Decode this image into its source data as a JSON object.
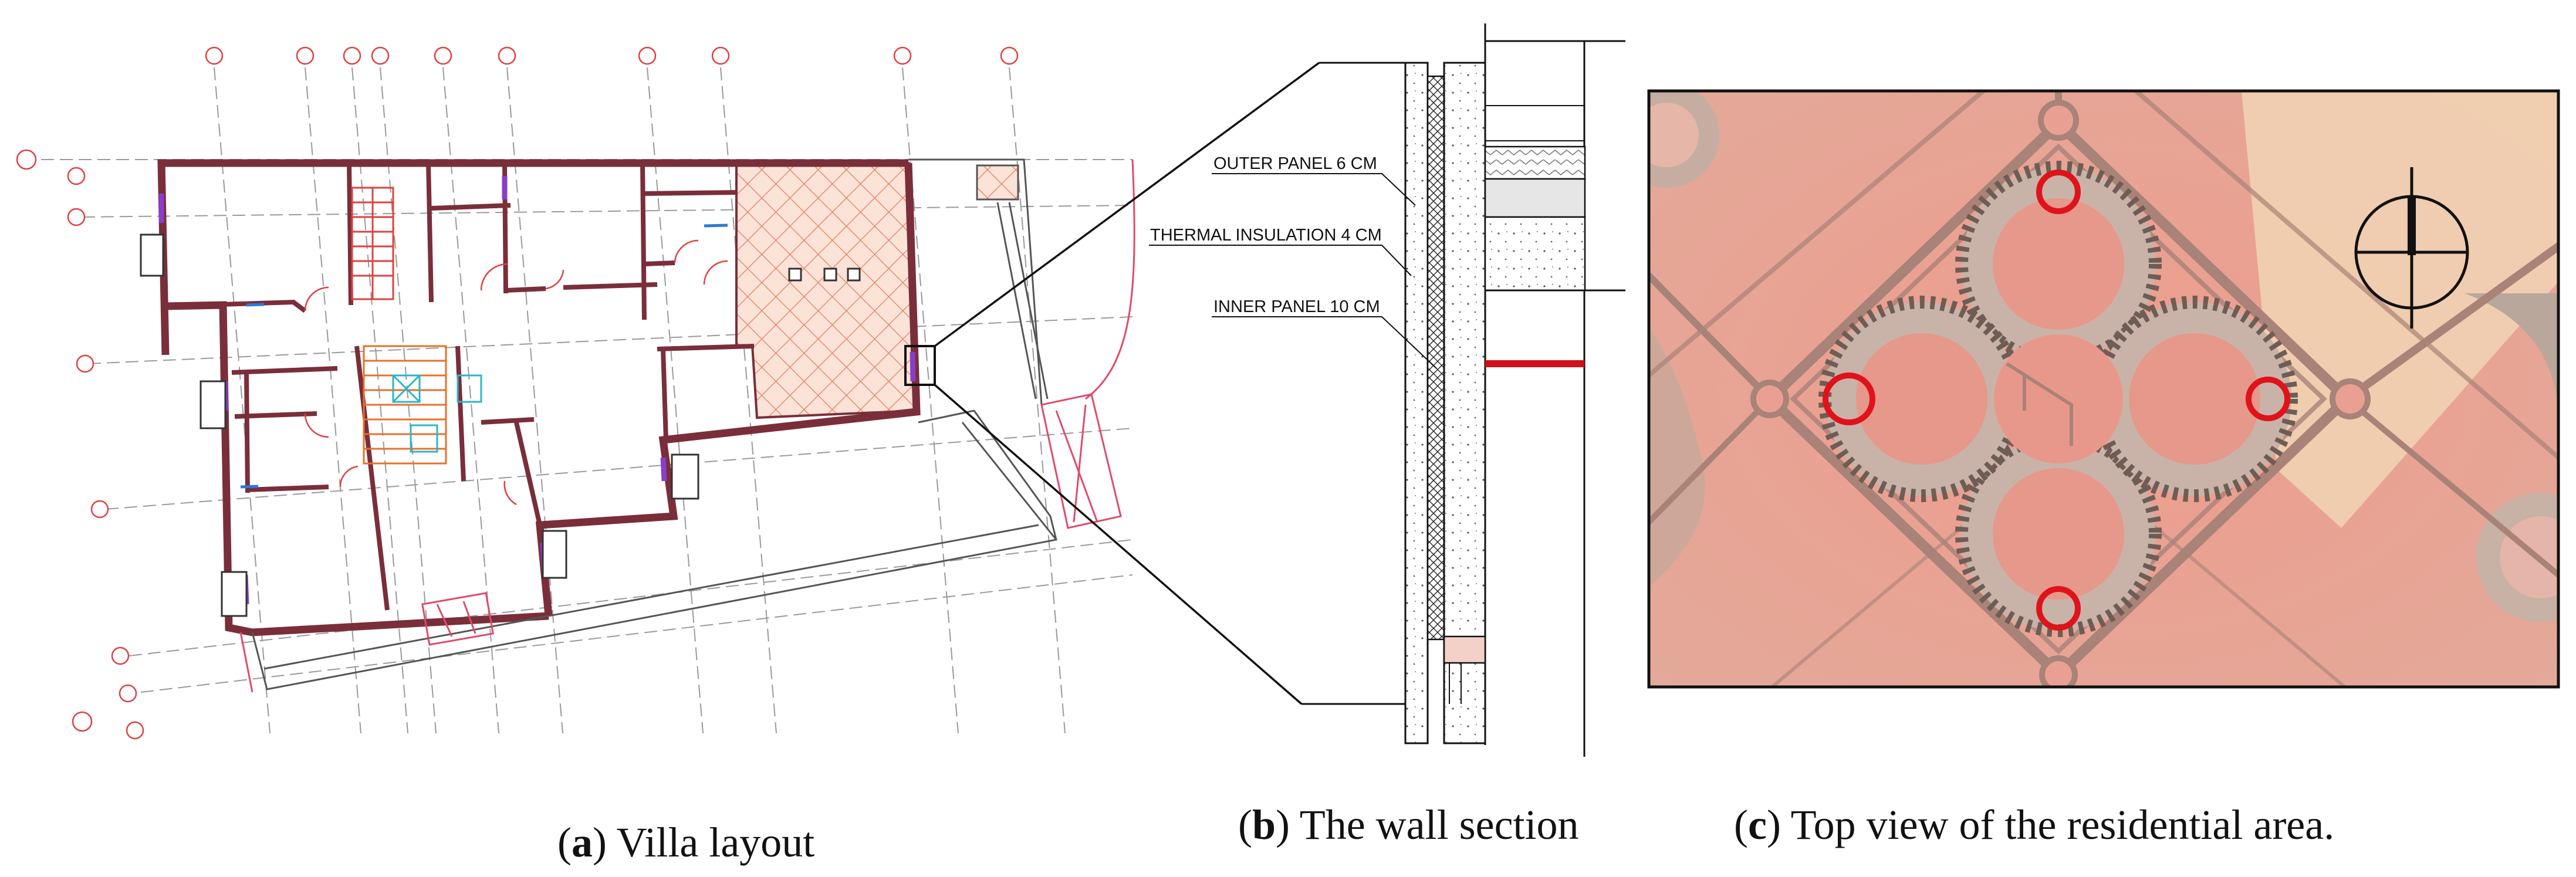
{
  "figure": {
    "panel_a": {
      "letter": "a",
      "caption": "Villa layout"
    },
    "panel_b": {
      "letter": "b",
      "caption": "The wall section",
      "annotations": [
        "OUTER PANEL 6 CM",
        "THERMAL INSULATION 4 CM",
        "INNER PANEL 10 CM"
      ]
    },
    "panel_c": {
      "letter": "c",
      "caption": "Top view of the residential area."
    }
  },
  "colors": {
    "wall": "#7a2e3a",
    "grid_red": "#e04040",
    "hatch": "#e87a5a",
    "stairs": "#e8702a",
    "marker_red": "#e0121b",
    "satellite_ground": "#e9a092",
    "road": "#a98278"
  },
  "icons": [
    "north-arrow-icon"
  ]
}
